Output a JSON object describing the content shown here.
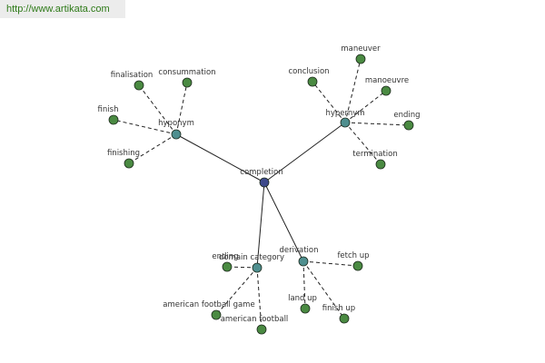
{
  "banner": {
    "url": "http://www.artikata.com"
  },
  "colors": {
    "root": "#3e4a8c",
    "relation": "#4f8f8f",
    "leaf": "#4a8a42",
    "edge": "#222222",
    "text": "#333333"
  },
  "graph": {
    "root": {
      "id": "completion",
      "label": "completion"
    },
    "relations": [
      {
        "id": "hyponym",
        "label": "hyponym"
      },
      {
        "id": "hypernym",
        "label": "hypernym"
      },
      {
        "id": "domain-category",
        "label": "domain category"
      },
      {
        "id": "derivation",
        "label": "derivation"
      }
    ],
    "leaves": [
      {
        "id": "finalisation",
        "label": "finalisation",
        "parent": "hyponym"
      },
      {
        "id": "consummation",
        "label": "consummation",
        "parent": "hyponym"
      },
      {
        "id": "finish",
        "label": "finish",
        "parent": "hyponym"
      },
      {
        "id": "finishing",
        "label": "finishing",
        "parent": "hyponym"
      },
      {
        "id": "maneuver",
        "label": "maneuver",
        "parent": "hypernym"
      },
      {
        "id": "conclusion",
        "label": "conclusion",
        "parent": "hypernym"
      },
      {
        "id": "manoeuvre",
        "label": "manoeuvre",
        "parent": "hypernym"
      },
      {
        "id": "ending-hypernym",
        "label": "ending",
        "parent": "hypernym"
      },
      {
        "id": "termination",
        "label": "termination",
        "parent": "hypernym"
      },
      {
        "id": "ending-domain",
        "label": "ending",
        "parent": "domain-category"
      },
      {
        "id": "american-football-game",
        "label": "american football game",
        "parent": "domain-category"
      },
      {
        "id": "american-football",
        "label": "american football",
        "parent": "domain-category"
      },
      {
        "id": "fetch-up",
        "label": "fetch up",
        "parent": "derivation"
      },
      {
        "id": "land-up",
        "label": "land up",
        "parent": "derivation"
      },
      {
        "id": "finish-up",
        "label": "finish up",
        "parent": "derivation"
      }
    ]
  }
}
